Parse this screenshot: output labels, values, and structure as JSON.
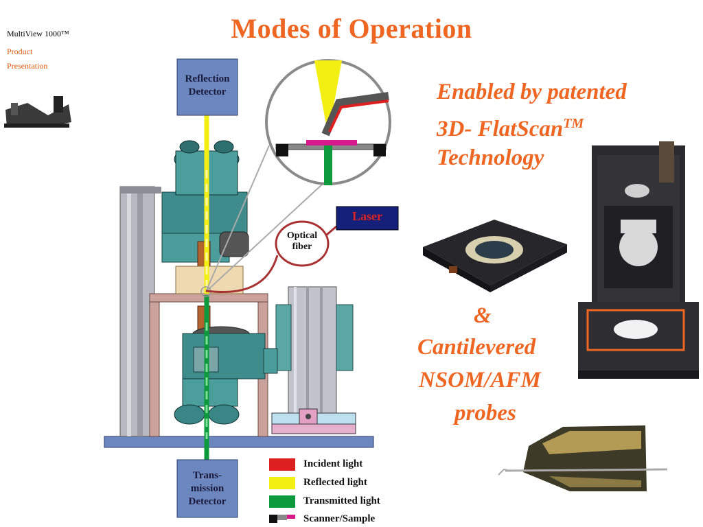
{
  "header": {
    "brand": "MultiView 1000™",
    "subtitle_line1": "Product",
    "subtitle_line2": "Presentation",
    "title": "Modes of Operation"
  },
  "right_text": {
    "line1": "Enabled by patented",
    "line2a": "3D- FlatScan",
    "line2b": "TM",
    "line3": "Technology",
    "amp": "&",
    "probes1": "Cantilevered",
    "probes2": "NSOM/AFM",
    "probes3": "probes"
  },
  "diagram": {
    "reflection_detector": [
      "Reflection",
      "Detector"
    ],
    "transmission_detector": [
      "Trans-",
      "mission",
      "Detector"
    ],
    "laser": "Laser",
    "optical_fiber": [
      "Optical",
      "fiber"
    ]
  },
  "legend": [
    {
      "label": "Incident light",
      "color": "#dd1f1f"
    },
    {
      "label": "Reflected light",
      "color": "#f4ef12"
    },
    {
      "label": "Transmitted light",
      "color": "#0c9a3c"
    },
    {
      "label": "Scanner/Sample",
      "color": "#d61a8c"
    }
  ],
  "colors": {
    "accent_orange": "#ee6622",
    "detector_blue": "#6c86bf",
    "laser_navy": "#15207a",
    "microscope_teal": "#3f8c8c"
  }
}
